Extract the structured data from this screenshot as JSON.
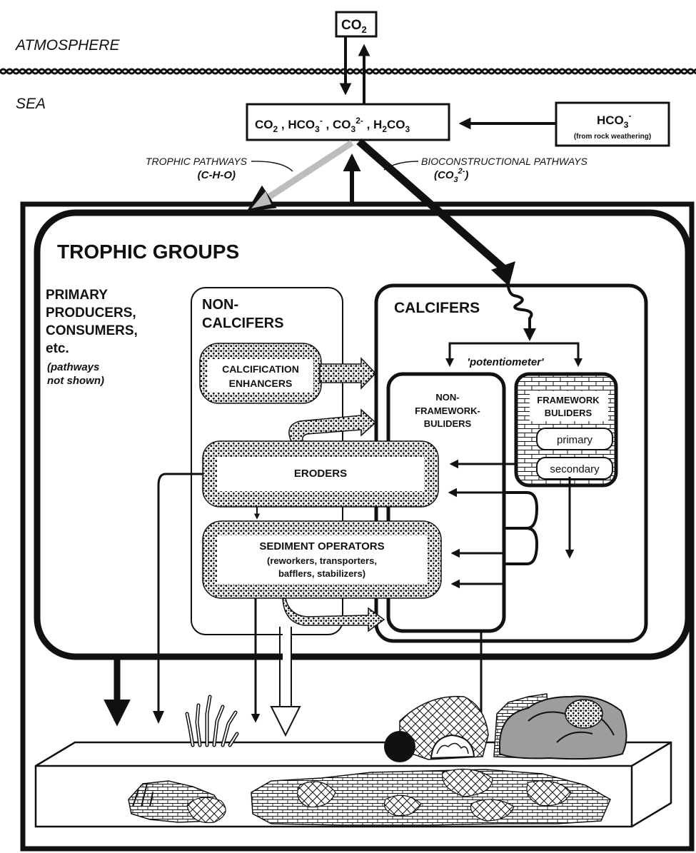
{
  "atmosphere": {
    "label": "ATMOSPHERE",
    "co2_box": {
      "base": "CO",
      "sub": "2"
    }
  },
  "sea": {
    "label": "SEA",
    "carbon_box": {
      "parts": [
        {
          "t": "CO",
          "sub": "2"
        },
        {
          "t": " , HCO"
        },
        {
          "t": "",
          "sub": "3"
        },
        {
          "t": "",
          "sup": "-"
        },
        {
          "t": " , CO"
        },
        {
          "t": "",
          "sub": "3"
        },
        {
          "t": "",
          "sup": "2-"
        },
        {
          "t": " , H"
        },
        {
          "t": "",
          "sub": "2"
        },
        {
          "t": "CO"
        },
        {
          "t": "",
          "sub": "3"
        }
      ]
    },
    "weathering_box": {
      "base": "HCO",
      "sub": "3",
      "sup": "-",
      "note": "(from rock weathering)"
    }
  },
  "pathways": {
    "trophic_label": "TROPHIC PATHWAYS",
    "trophic_formula": "(C-H-O)",
    "bioconstructional_label": "BIOCONSTRUCTIONAL PATHWAYS",
    "bioconstructional_formula": {
      "base": "(CO",
      "sub": "3",
      "sup": "2-",
      "end": ")"
    }
  },
  "trophic_groups": {
    "title": "TROPHIC  GROUPS",
    "primary_lines": [
      "PRIMARY",
      "PRODUCERS,",
      "CONSUMERS,",
      "etc."
    ],
    "pathways_note": [
      "(pathways",
      "not shown)"
    ]
  },
  "non_calcifers": {
    "title_lines": [
      "NON-",
      "CALCIFERS"
    ],
    "calcification_enhancers": [
      "CALCIFICATION",
      "ENHANCERS"
    ],
    "eroders": "ERODERS",
    "sediment_operators": [
      "SEDIMENT OPERATORS",
      "(reworkers, transporters,",
      "bafflers, stabilizers)"
    ]
  },
  "calcifers": {
    "title": "CALCIFERS",
    "potentiometer": "'potentiometer'",
    "non_framework": [
      "NON-",
      "FRAMEWORK-",
      "BULIDERS"
    ],
    "framework": [
      "FRAMEWORK",
      "BULIDERS"
    ],
    "primary": "primary",
    "secondary": "secondary"
  },
  "colors": {
    "ink": "#111111",
    "trophic_arrow": "#bdbdbd",
    "coral": "#9d9d9d",
    "background": "#ffffff"
  }
}
